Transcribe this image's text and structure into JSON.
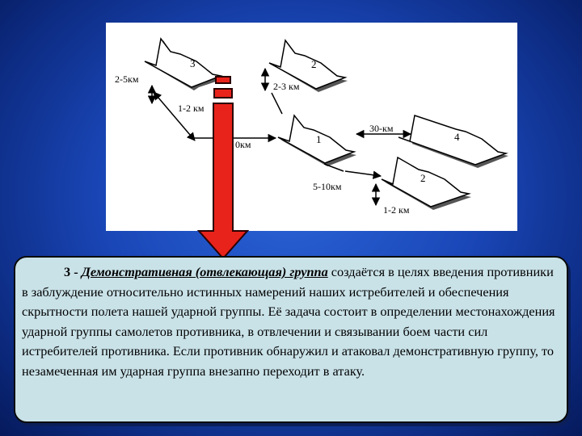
{
  "diagram": {
    "groups": {
      "group_3": "3",
      "group_2_top": "2",
      "group_1": "1",
      "group_4": "4",
      "group_2_bottom": "2"
    },
    "distances": {
      "d_2_5": "2-5км",
      "d_2_3": "2-3 км",
      "d_1_2_left": "1-2 км",
      "d_0km": "0км",
      "d_30": "30-км",
      "d_5_10": "5-10км",
      "d_1_2_bottom": "1-2 км"
    },
    "colors": {
      "red_arrow": "#e8231b",
      "red_arrow_outline": "#2b0000"
    }
  },
  "text": {
    "lead_number": "3 - ",
    "term": "Демонстративная (отвлекающая) группа",
    "body": " создаётся в целях введения противники в заблуждение относительно истинных намерений наших истребителей и обеспечения скрытности полета нашей ударной группы. Её задача состоит в определении местонахождения ударной группы самолетов противника, в отвлечении и связывании боем части сил истребителей противника. Если противник обнаружил и атаковал демонстративную группу, то незамеченная им ударная группа внезапно переходит в атаку."
  }
}
